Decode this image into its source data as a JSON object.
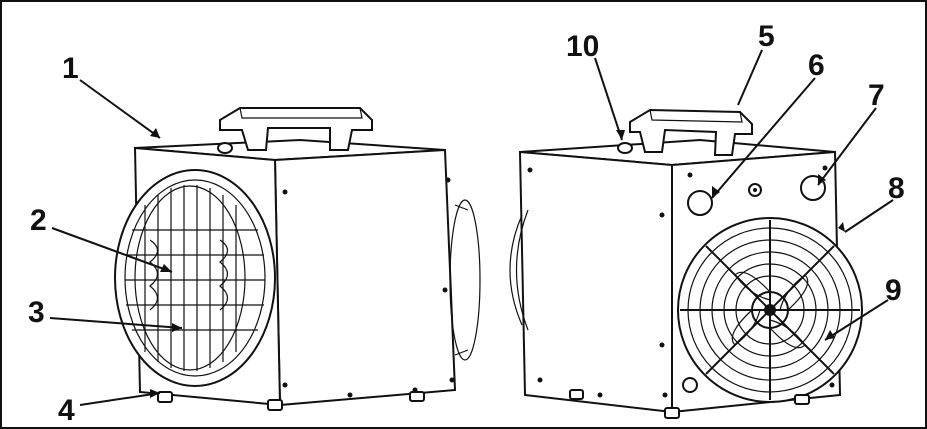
{
  "callouts": [
    {
      "id": "1",
      "label": "1"
    },
    {
      "id": "2",
      "label": "2"
    },
    {
      "id": "3",
      "label": "3"
    },
    {
      "id": "4",
      "label": "4"
    },
    {
      "id": "5",
      "label": "5"
    },
    {
      "id": "6",
      "label": "6"
    },
    {
      "id": "7",
      "label": "7"
    },
    {
      "id": "8",
      "label": "8"
    },
    {
      "id": "9",
      "label": "9"
    },
    {
      "id": "10",
      "label": "10"
    }
  ],
  "colors": {
    "ink": "#111111",
    "background": "#ffffff"
  }
}
